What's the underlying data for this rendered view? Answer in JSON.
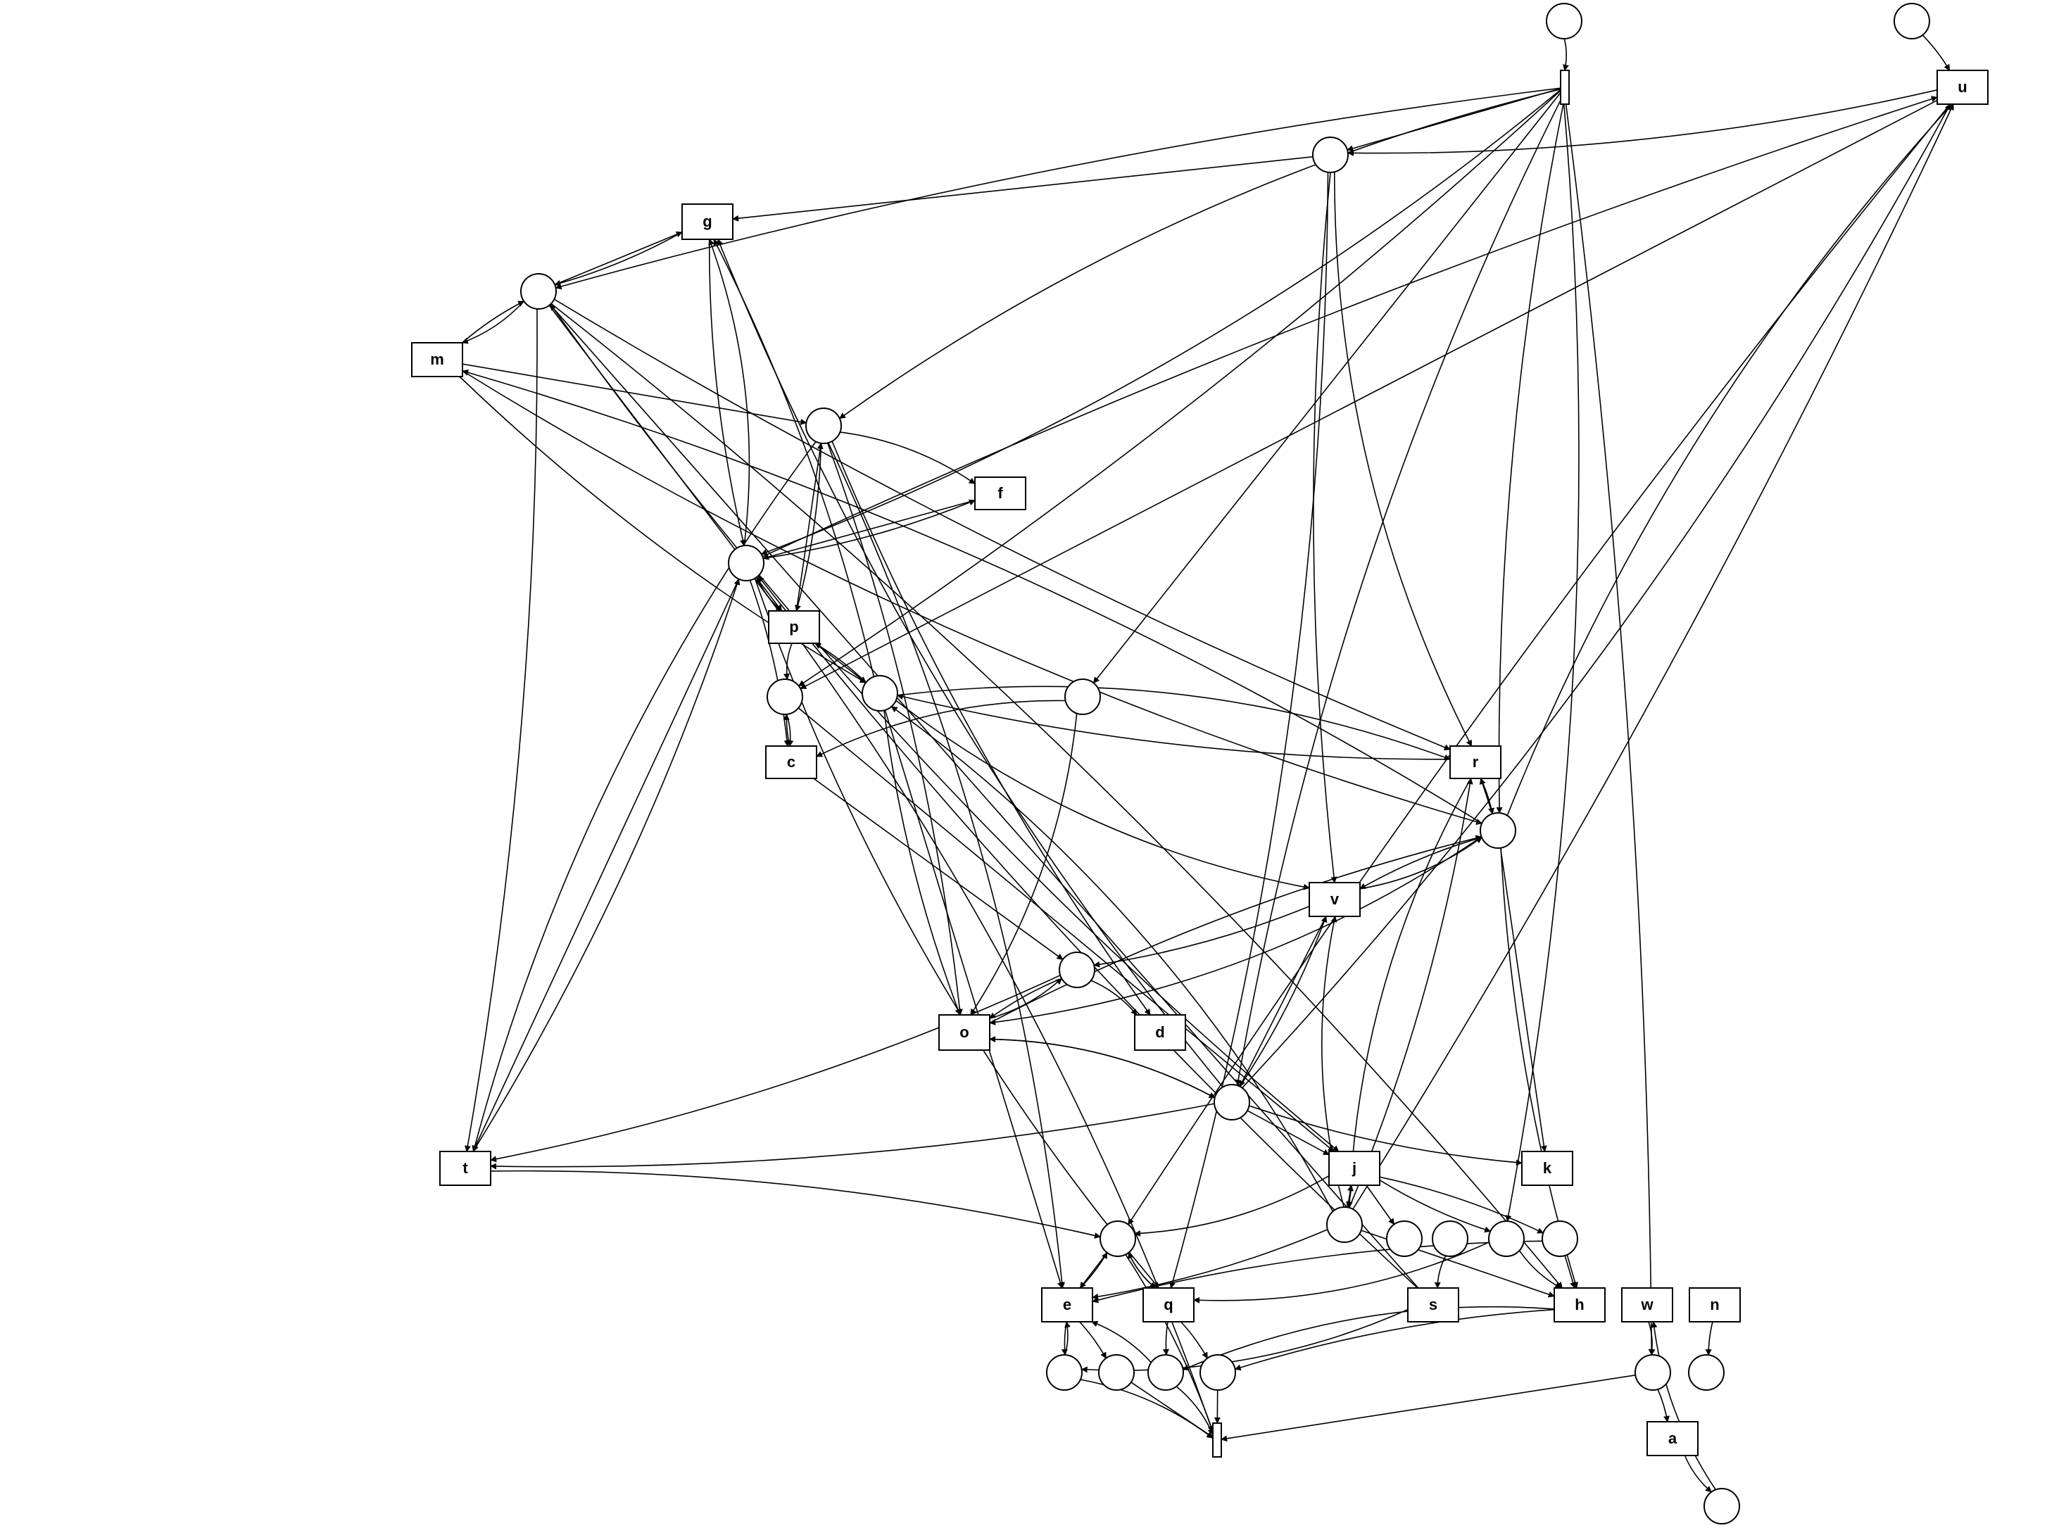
{
  "diagram": {
    "type": "petri-net",
    "transitions": [
      {
        "id": "g",
        "label": "g"
      },
      {
        "id": "m",
        "label": "m"
      },
      {
        "id": "f",
        "label": "f"
      },
      {
        "id": "p",
        "label": "p"
      },
      {
        "id": "c",
        "label": "c"
      },
      {
        "id": "r",
        "label": "r"
      },
      {
        "id": "v",
        "label": "v"
      },
      {
        "id": "o",
        "label": "o"
      },
      {
        "id": "d",
        "label": "d"
      },
      {
        "id": "t",
        "label": "t"
      },
      {
        "id": "j",
        "label": "j"
      },
      {
        "id": "k",
        "label": "k"
      },
      {
        "id": "e",
        "label": "e"
      },
      {
        "id": "q",
        "label": "q"
      },
      {
        "id": "s",
        "label": "s"
      },
      {
        "id": "h",
        "label": "h"
      },
      {
        "id": "w",
        "label": "w"
      },
      {
        "id": "n",
        "label": "n"
      },
      {
        "id": "a",
        "label": "a"
      },
      {
        "id": "u",
        "label": "u"
      }
    ],
    "silent_transitions": [
      "top-bar",
      "bottom-bar"
    ],
    "places": [
      "p-source",
      "p-top-right",
      "p-1",
      "p-2",
      "p-3",
      "p-4",
      "p-5",
      "p-6",
      "p-7",
      "p-8",
      "p-9",
      "p-10",
      "p-11",
      "p-12",
      "p-13",
      "p-14",
      "p-15",
      "p-16",
      "p-17",
      "p-18",
      "p-19",
      "p-20",
      "p-21",
      "p-22",
      "p-23",
      "p-sink"
    ]
  }
}
